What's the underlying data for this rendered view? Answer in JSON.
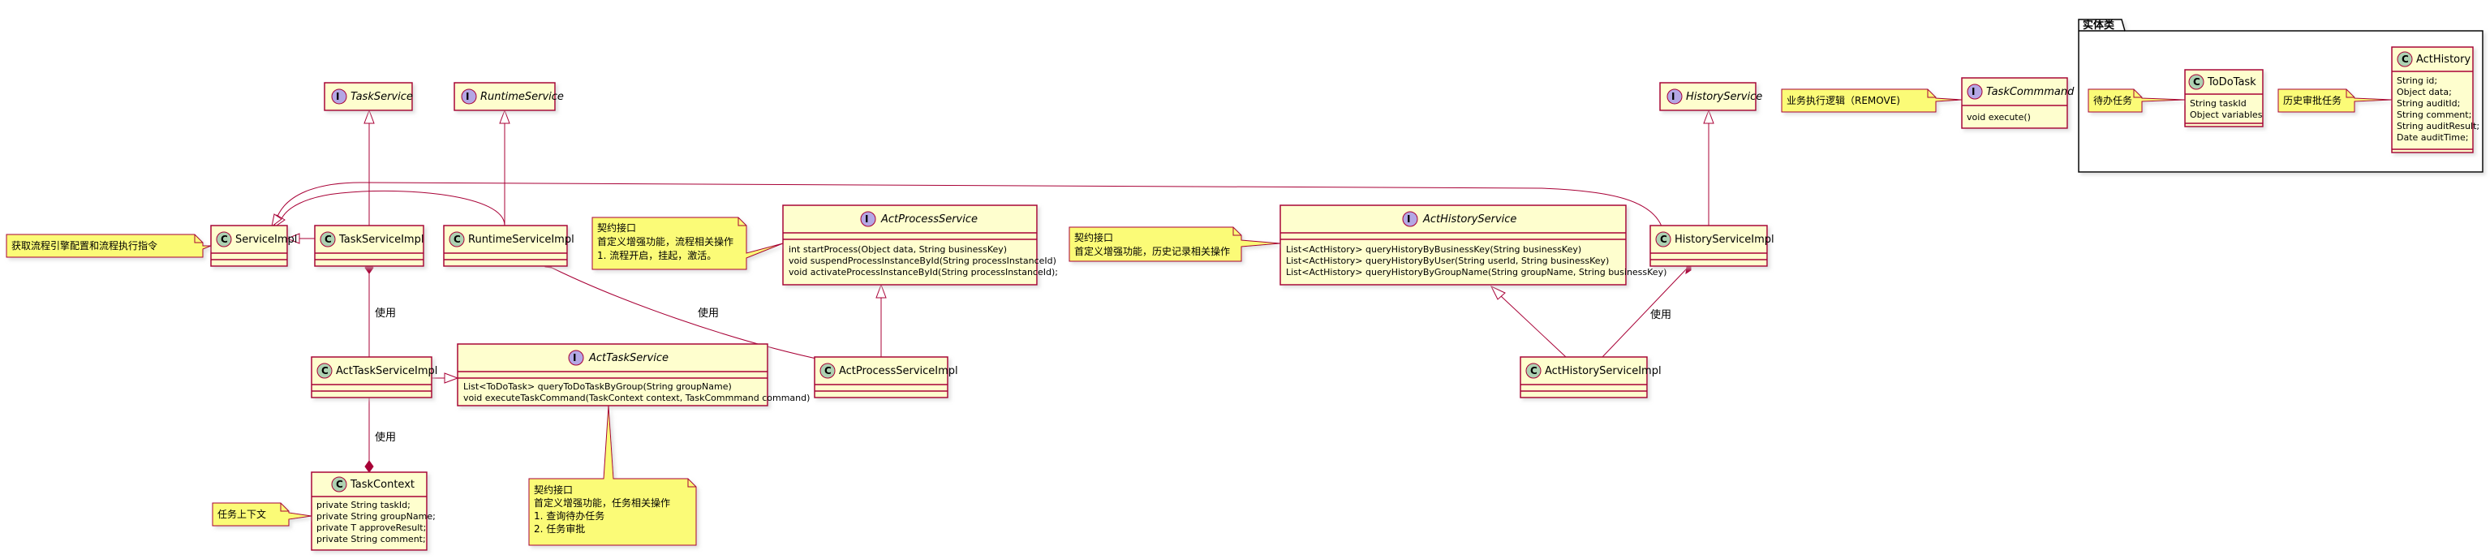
{
  "package": {
    "title": "实体类"
  },
  "interfaces": {
    "task_service": "TaskService",
    "runtime_service": "RuntimeService",
    "history_service": "HistoryService",
    "task_command": "TaskCommmand",
    "task_command_members": [
      "void execute()"
    ],
    "act_process_service": "ActProcessService",
    "act_process_members": [
      "int startProcess(Object data, String businessKey)",
      "void suspendProcessInstanceById(String processInstanceId)",
      "void activateProcessInstanceById(String processInstanceId);"
    ],
    "act_history_service": "ActHistoryService",
    "act_history_members": [
      "List<ActHistory> queryHistoryByBusinessKey(String businessKey)",
      "List<ActHistory> queryHistoryByUser(String userId, String businessKey)",
      "List<ActHistory> queryHistoryByGroupName(String groupName, String businessKey)"
    ],
    "act_task_service": "ActTaskService",
    "act_task_members": [
      "List<ToDoTask> queryToDoTaskByGroup(String groupName)",
      "void executeTaskCommand(TaskContext context, TaskCommmand command)"
    ]
  },
  "classes": {
    "service_impl": "ServiceImpl",
    "task_service_impl": "TaskServiceImpl",
    "runtime_service_impl": "RuntimeServiceImpl",
    "history_service_impl": "HistoryServiceImpl",
    "act_task_service_impl": "ActTaskServiceImpl",
    "act_process_service_impl": "ActProcessServiceImpl",
    "act_history_service_impl": "ActHistoryServiceImpl",
    "task_context": "TaskContext",
    "task_context_members": [
      "private String taskId;",
      "private String groupName;",
      "private T approveResult;",
      "private String comment;"
    ],
    "todo_task": "ToDoTask",
    "todo_task_members": [
      "String taskId",
      "Object variables"
    ],
    "act_history": "ActHistory",
    "act_history_members": [
      "String id;",
      "Object data;",
      "String auditId;",
      "String comment;",
      "String auditResult;",
      "Date auditTime;"
    ]
  },
  "notes": {
    "service_impl_note": "获取流程引擎配置和流程执行指令",
    "task_context_note": "任务上下文",
    "act_process_note": [
      "契约接口",
      "首定义增强功能，流程相关操作",
      "1. 流程开启，挂起，激活。"
    ],
    "act_history_note": [
      "契约接口",
      "首定义增强功能，历史记录相关操作"
    ],
    "act_task_note": [
      "契约接口",
      "首定义增强功能，任务相关操作",
      "1. 查询待办任务",
      "2. 任务审批"
    ],
    "task_command_note": "业务执行逻辑（REMOVE)",
    "todo_note": "待办任务",
    "history_note": "历史审批任务"
  },
  "edge_labels": {
    "uses_1": "使用",
    "uses_2": "使用",
    "uses_3": "使用",
    "uses_4": "使用"
  },
  "badges": {
    "class": "C",
    "interface": "I"
  },
  "colors": {
    "class_fill": "#FEFECE",
    "class_border": "#A80036",
    "note_fill": "#FBFB77",
    "note_border": "#A80036",
    "class_badge": "#ADD1B2",
    "interface_badge": "#B4A7E5",
    "package_fill": "#FFFFFF"
  }
}
